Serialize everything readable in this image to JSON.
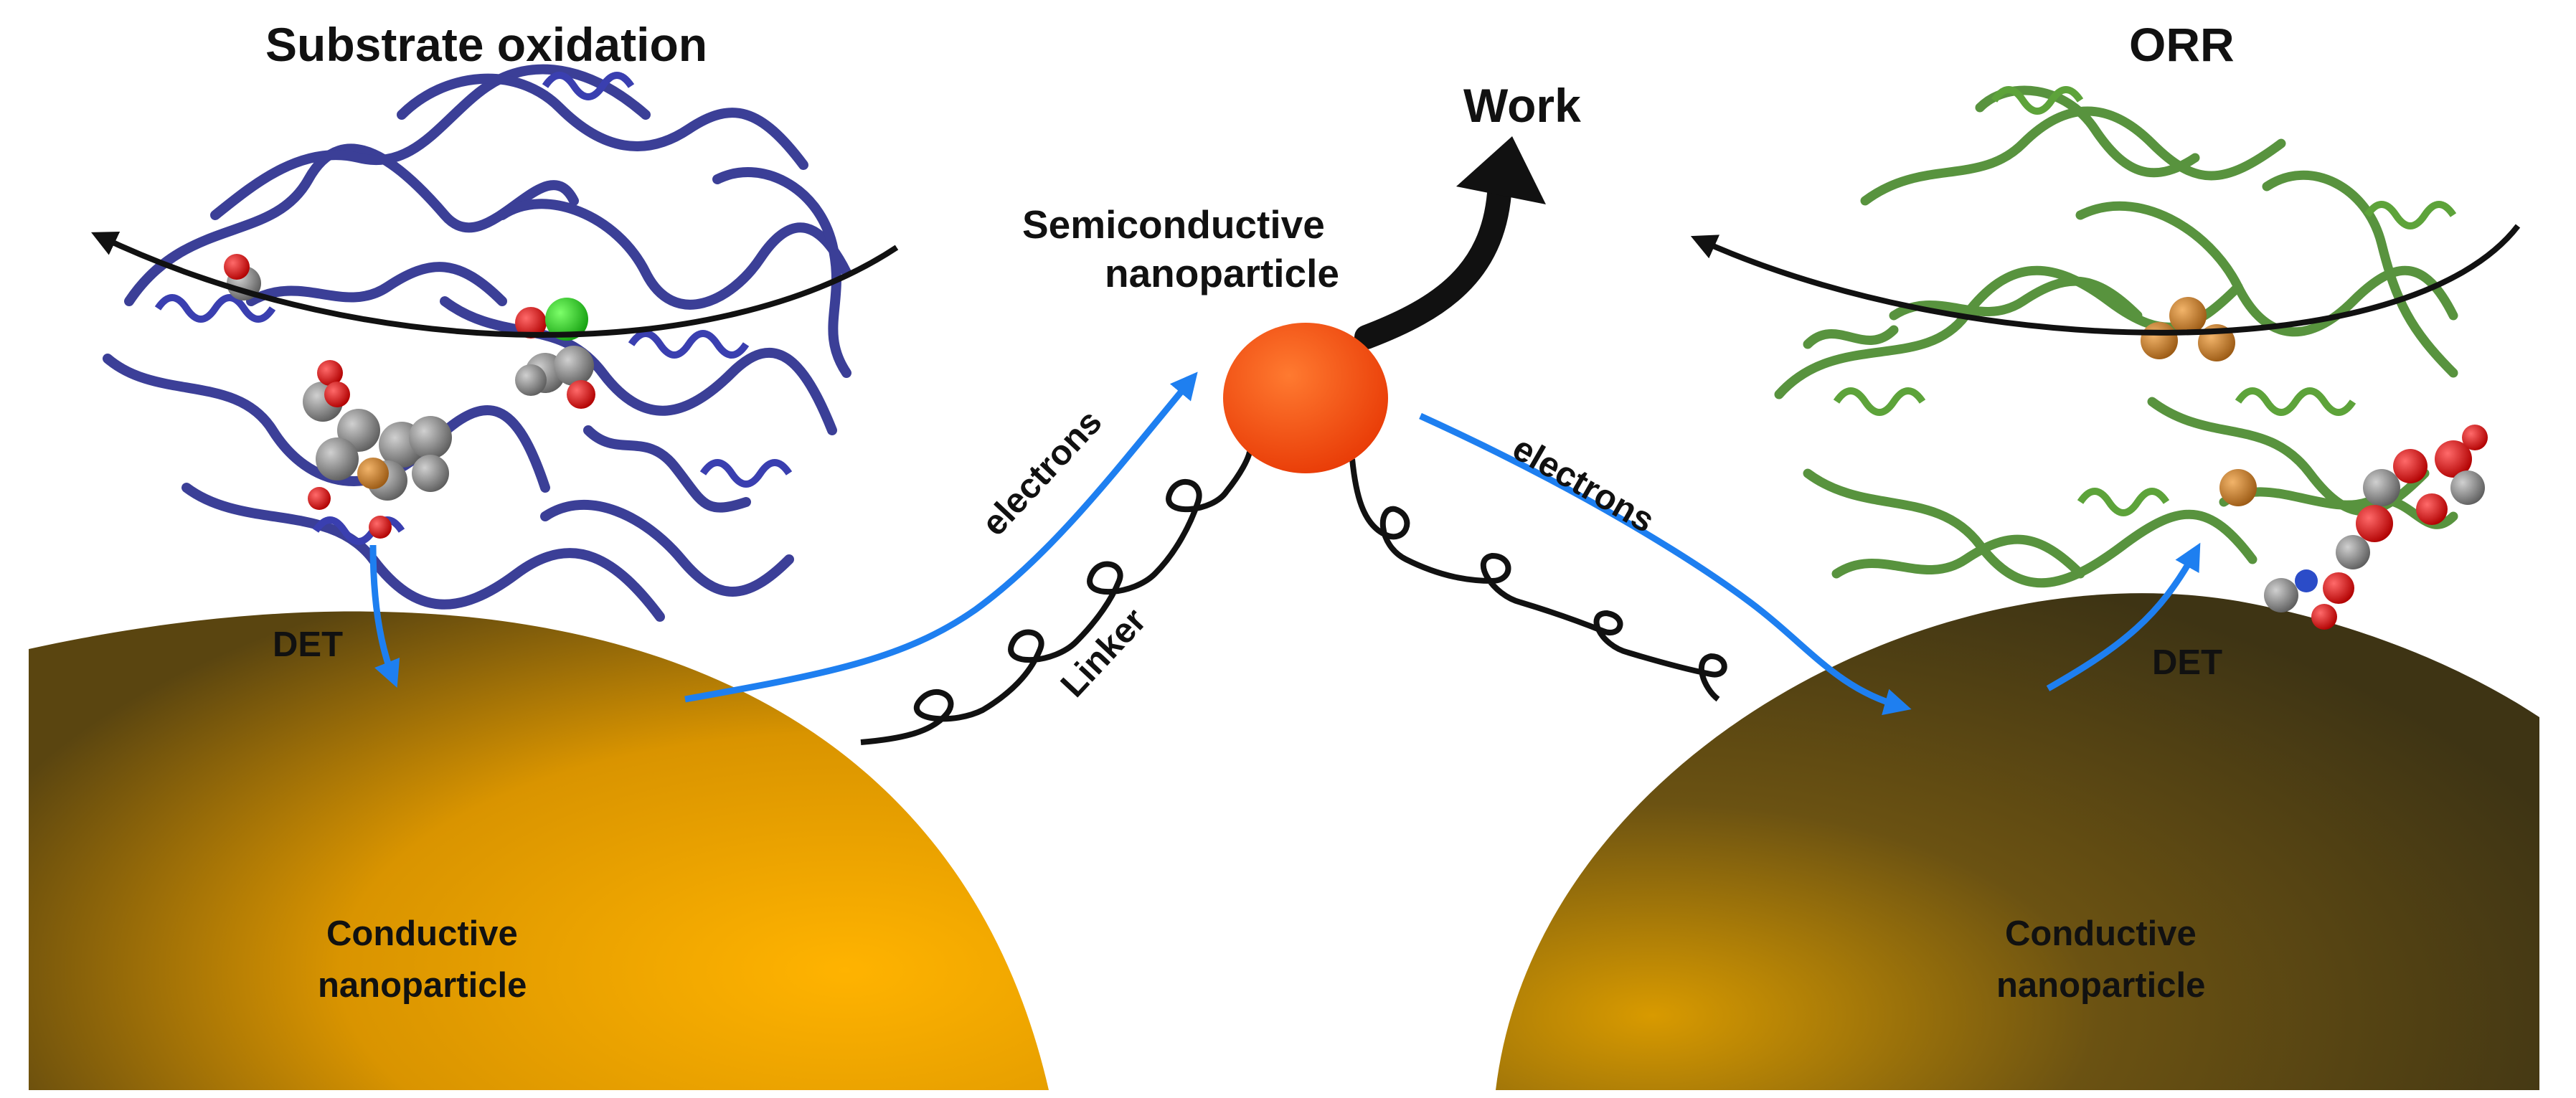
{
  "labels": {
    "substrate_oxidation": "Substrate oxidation",
    "orr": "ORR",
    "work": "Work",
    "semiconductive_line1": "Semiconductive",
    "semiconductive_line2": "nanoparticle",
    "electrons_left": "electrons",
    "electrons_right": "electrons",
    "linker": "Linker",
    "det_left": "DET",
    "det_right": "DET",
    "conductive_left_line1": "Conductive",
    "conductive_left_line2": "nanoparticle",
    "conductive_right_line1": "Conductive",
    "conductive_right_line2": "nanoparticle"
  },
  "colors": {
    "gold_left": "#f5a800",
    "gold_dark": "#4a3d12",
    "enzyme_left": "#2b2f8f",
    "enzyme_right": "#4a8a2e",
    "electron_arrow": "#1e7ff0",
    "semiconductor": "#f04a10",
    "linker": "#111111"
  }
}
